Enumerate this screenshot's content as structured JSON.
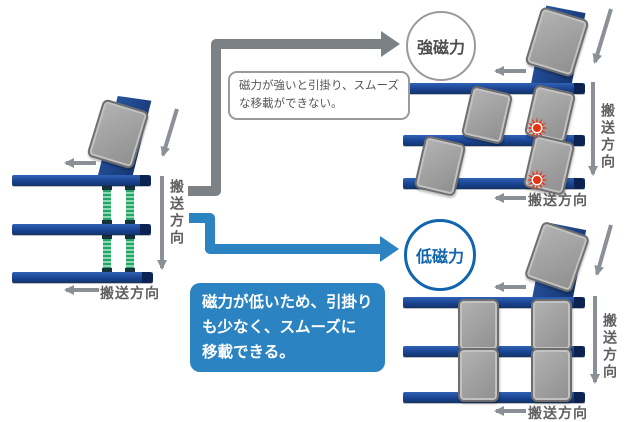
{
  "labels": {
    "transport_direction": "搬送方向",
    "strong_magnet": "強磁力",
    "weak_magnet": "低磁力"
  },
  "callouts": {
    "strong": {
      "lines": [
        "磁力が強いと引掛り、スムーズ",
        "な移載ができない。"
      ]
    },
    "weak": {
      "lines": [
        "磁力が低いため、引掛り",
        "も少なく、スムーズに",
        "移載できる。"
      ]
    }
  },
  "colors": {
    "conveyor_blue": "#1a4391",
    "conveyor_cap_navy": "#0c2250",
    "chute_blue": "#1d4489",
    "chain_green": "#23a566",
    "tray_gray": "#9b9b9b",
    "arrow_gray": "#8a9095",
    "flow_arrow_gray": "#7b8185",
    "accent_blue": "#2b83c2",
    "weak_circle_blue": "#1065ae",
    "strong_circle_gray": "#9a9a9a",
    "spark_red": "#e63312",
    "text_gray": "#555555"
  }
}
